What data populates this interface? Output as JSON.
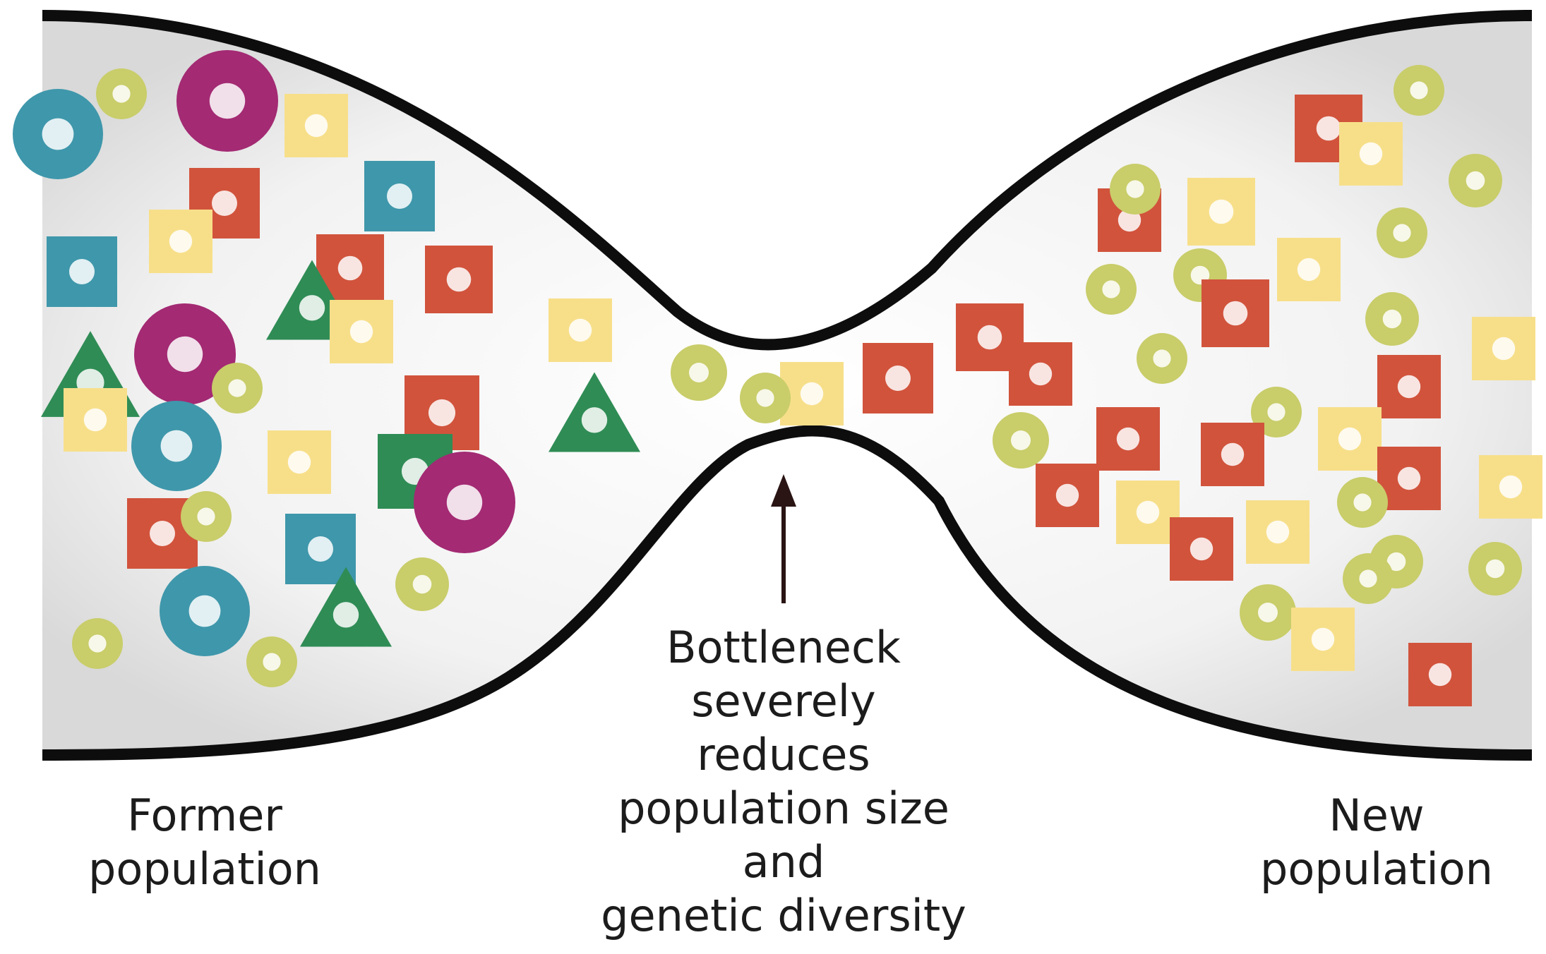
{
  "labels": {
    "former": [
      "Former",
      "population"
    ],
    "bottleneck": [
      "Bottleneck",
      "severely",
      "reduces",
      "population size",
      "and",
      "genetic diversity"
    ],
    "new": [
      "New",
      "population"
    ]
  },
  "colors": {
    "outline": "#0d0d0d",
    "fill": "#e9e9e9",
    "teal": "#3f97ab",
    "magenta": "#a32a73",
    "green": "#2f8c55",
    "red": "#d1533c",
    "yellow": "#f7df8a",
    "olive": "#c9cd6a",
    "arrow": "#2a1414"
  },
  "shape_legend": {
    "teal": "teal circle / square",
    "magenta": "magenta circle",
    "green": "green triangle / square",
    "red": "red square",
    "yellow": "pale yellow square",
    "olive": "small olive circle"
  }
}
